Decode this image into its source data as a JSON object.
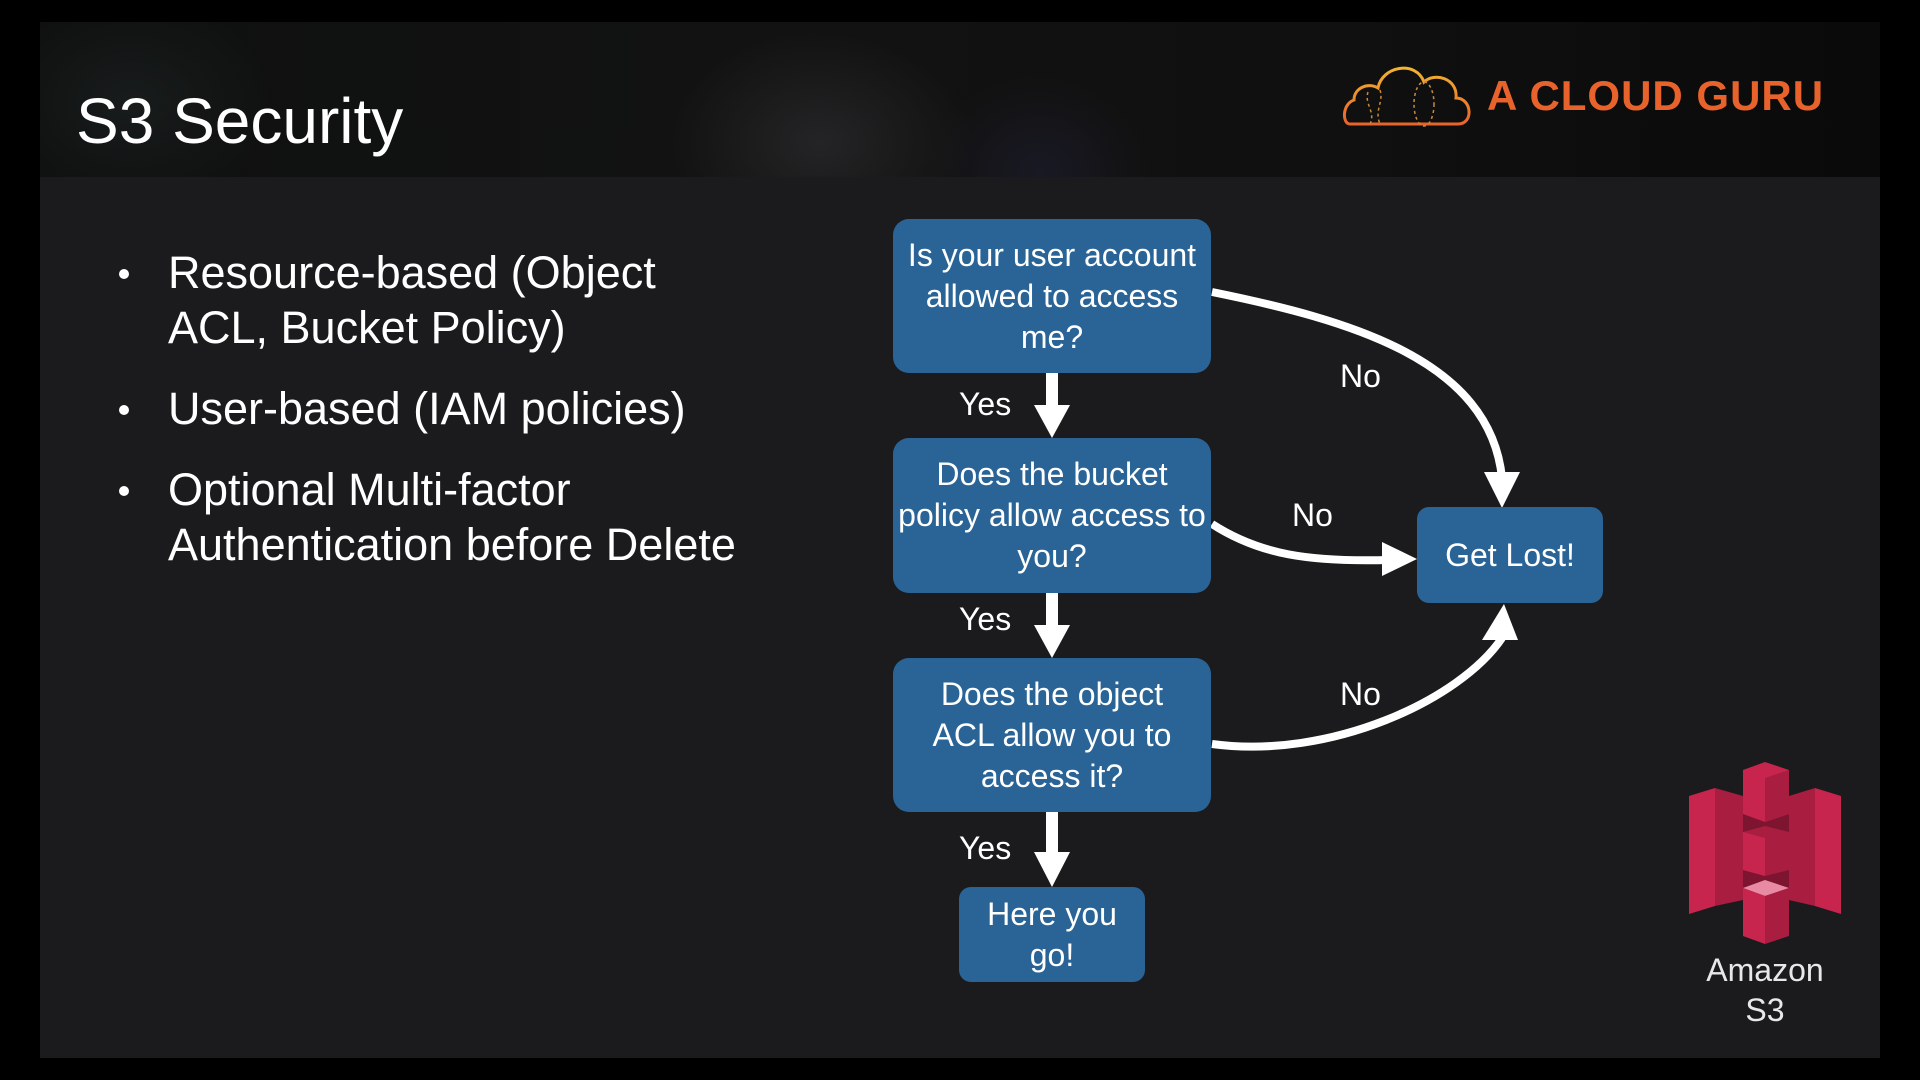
{
  "slide": {
    "title": "S3 Security",
    "brand": {
      "name": "A CLOUD GURU",
      "icon": "cloud-logo-icon",
      "color": "#e8632b"
    },
    "bullets": [
      "Resource-based (Object ACL, Bucket Policy)",
      "User-based (IAM policies)",
      "Optional Multi-factor Authentication before Delete"
    ]
  },
  "flowchart": {
    "box_color": "#2a6496",
    "nodes": {
      "q1": "Is your user account allowed to access me?",
      "q2": "Does the bucket policy allow access to you?",
      "q3": "Does the object ACL allow you to access it?",
      "deny": "Get Lost!",
      "allow": "Here you go!"
    },
    "edges": {
      "q1_yes": "Yes",
      "q2_yes": "Yes",
      "q3_yes": "Yes",
      "q1_no": "No",
      "q2_no": "No",
      "q3_no": "No"
    }
  },
  "service": {
    "icon": "amazon-s3-icon",
    "label": "Amazon S3",
    "color": "#c7254e"
  }
}
